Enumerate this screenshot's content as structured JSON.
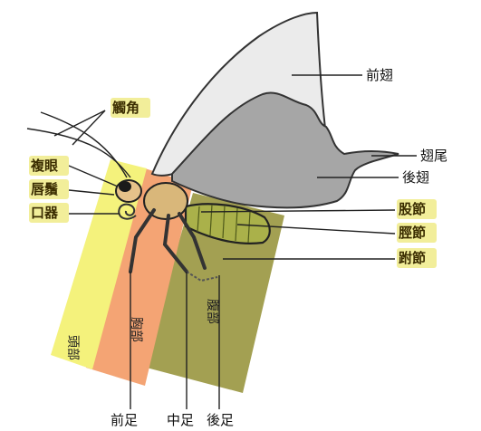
{
  "colors": {
    "head_band": "#f4f27c",
    "thorax_band": "#f4a474",
    "abdomen_band": "#a3a052",
    "forewing": "#ebebeb",
    "hindwing": "#a6a6a6",
    "label_highlight": "#f2ee9a"
  },
  "labels": {
    "antenna": "觸角",
    "compound_eye": "複眼",
    "labial_palp": "唇鬚",
    "mouthparts": "口器",
    "forewing": "前翅",
    "tail": "翅尾",
    "hindwing": "後翅",
    "femur": "股節",
    "tibia": "脛節",
    "tarsus": "跗節",
    "foreleg": "前足",
    "midleg": "中足",
    "hindleg": "後足"
  },
  "segments": {
    "head": "頭部",
    "thorax": "胸部",
    "abdomen": "腹部"
  }
}
